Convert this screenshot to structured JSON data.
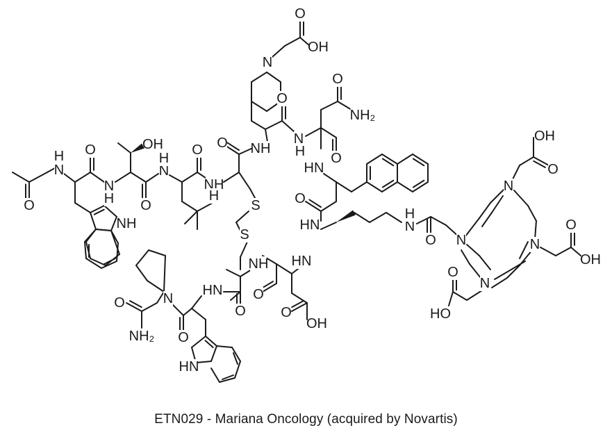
{
  "caption": "ETN029 - Mariana Oncology (acquired by Novartis)",
  "atom_labels": {
    "oh": "OH",
    "ho": "HO",
    "h": "H",
    "n": "N",
    "nh": "NH",
    "hn": "HN",
    "o": "O",
    "s": "S",
    "nh2": "NH₂"
  },
  "colors": {
    "ink": "#1a1a1a",
    "background": "#ffffff"
  }
}
